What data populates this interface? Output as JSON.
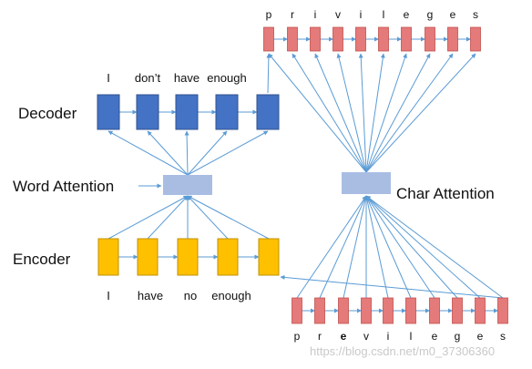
{
  "labels": {
    "decoder": "Decoder",
    "word_attention": "Word Attention",
    "encoder": "Encoder",
    "char_attention": "Char Attention"
  },
  "decoder_words": [
    "I",
    "don’t",
    "have",
    "enough"
  ],
  "encoder_words": [
    "I",
    "have",
    "no",
    "enough"
  ],
  "top_chars": [
    "p",
    "r",
    "i",
    "v",
    "i",
    "l",
    "e",
    "g",
    "e",
    "s"
  ],
  "bottom_chars": [
    "p",
    "r",
    "e",
    "v",
    "i",
    "l",
    "e",
    "g",
    "e",
    "s"
  ],
  "watermark": "https://blog.csdn.net/m0_37306360",
  "colors": {
    "decoder": "#4472c4",
    "encoder": "#ffc000",
    "char": "#e57a7a",
    "attention": "#a9bde3",
    "arrow": "#5b9bd5"
  }
}
